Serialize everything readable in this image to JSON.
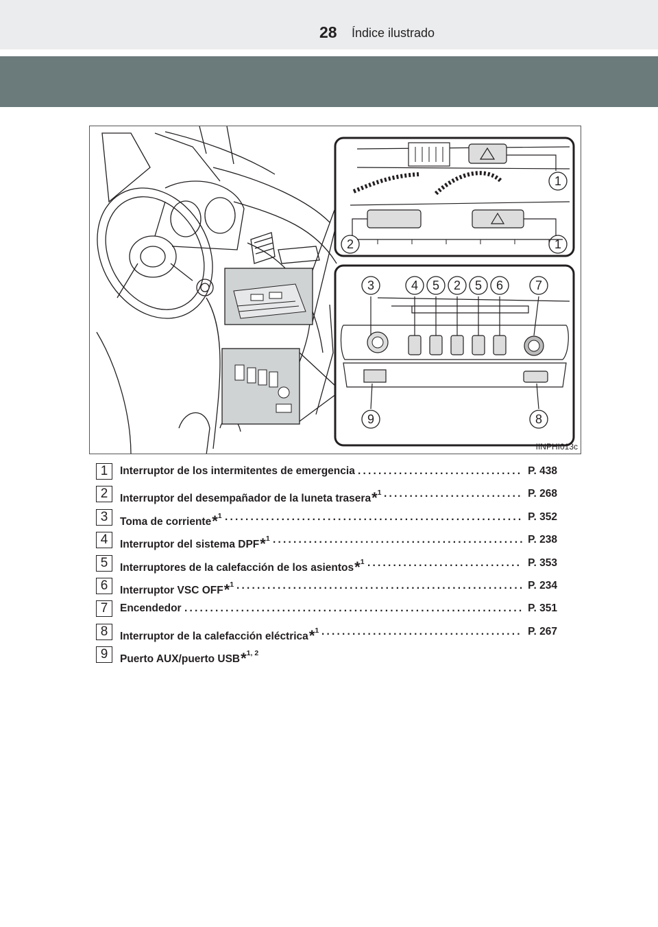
{
  "header": {
    "page_number": "28",
    "section_title": "Índice ilustrado"
  },
  "figure": {
    "code": "IINPHI013c",
    "callouts_top": [
      "1",
      "2",
      "1"
    ],
    "callouts_bottom": [
      "3",
      "4",
      "5",
      "2",
      "5",
      "6",
      "7",
      "9",
      "8"
    ]
  },
  "items": [
    {
      "num": "1",
      "text": "Interruptor de los intermitentes de emergencia",
      "sup": "",
      "page": "P. 438"
    },
    {
      "num": "2",
      "text": "Interruptor del desempañador de la luneta trasera",
      "sup": "1",
      "page": "P. 268"
    },
    {
      "num": "3",
      "text": "Toma de corriente",
      "sup": "1",
      "page": "P. 352"
    },
    {
      "num": "4",
      "text": "Interruptor del sistema DPF",
      "sup": "1",
      "page": "P. 238"
    },
    {
      "num": "5",
      "text": "Interruptores de la calefacción de los asientos",
      "sup": "1",
      "page": "P. 353"
    },
    {
      "num": "6",
      "text": "Interruptor VSC OFF",
      "sup": "1",
      "page": "P. 234"
    },
    {
      "num": "7",
      "text": "Encendedor",
      "sup": "",
      "page": "P. 351"
    },
    {
      "num": "8",
      "text": "Interruptor de la calefacción eléctrica",
      "sup": "1",
      "page": "P. 267"
    },
    {
      "num": "9",
      "text": "Puerto AUX/puerto USB",
      "sup": "1, 2",
      "page": ""
    }
  ]
}
